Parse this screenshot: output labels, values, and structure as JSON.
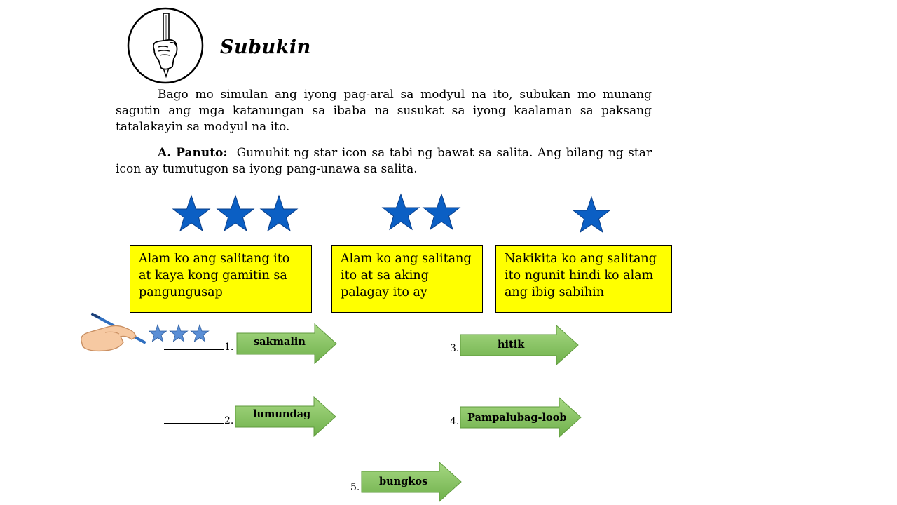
{
  "section": {
    "title": "Subukin"
  },
  "intro": "Bago mo simulan ang iyong pag-aral sa modyul na ito, subukan mo munang sagutin ang mga katanungan sa ibaba na susukat sa iyong kaalaman sa paksang tatalakayin sa modyul na ito.",
  "instruction": {
    "label": "A. Panuto:",
    "text": "Gumuhit ng star icon sa tabi ng bawat sa salita. Ang bilang ng star icon ay tumutugon sa iyong pang-unawa sa salita."
  },
  "legend": [
    {
      "stars": 3,
      "text": "Alam ko ang salitang ito at kaya kong gamitin sa pangungusap"
    },
    {
      "stars": 2,
      "text": "Alam ko ang salitang ito at sa aking palagay ito ay"
    },
    {
      "stars": 1,
      "text": "Nakikita ko ang salitang ito ngunit hindi ko alam ang ibig sabihin"
    }
  ],
  "example": {
    "stars": 3
  },
  "items": [
    {
      "number": "1.",
      "word": "sakmalin"
    },
    {
      "number": "2.",
      "word": "lumundag"
    },
    {
      "number": "3.",
      "word": "hitik"
    },
    {
      "number": "4.",
      "word": "Pampalubag-loob"
    },
    {
      "number": "5.",
      "word": "bungkos"
    }
  ],
  "colors": {
    "star": "#0b5fc4",
    "star_light": "#5b8fd6",
    "box": "#ffff00",
    "arrow_top": "#a6d883",
    "arrow_bottom": "#6fb04b"
  }
}
